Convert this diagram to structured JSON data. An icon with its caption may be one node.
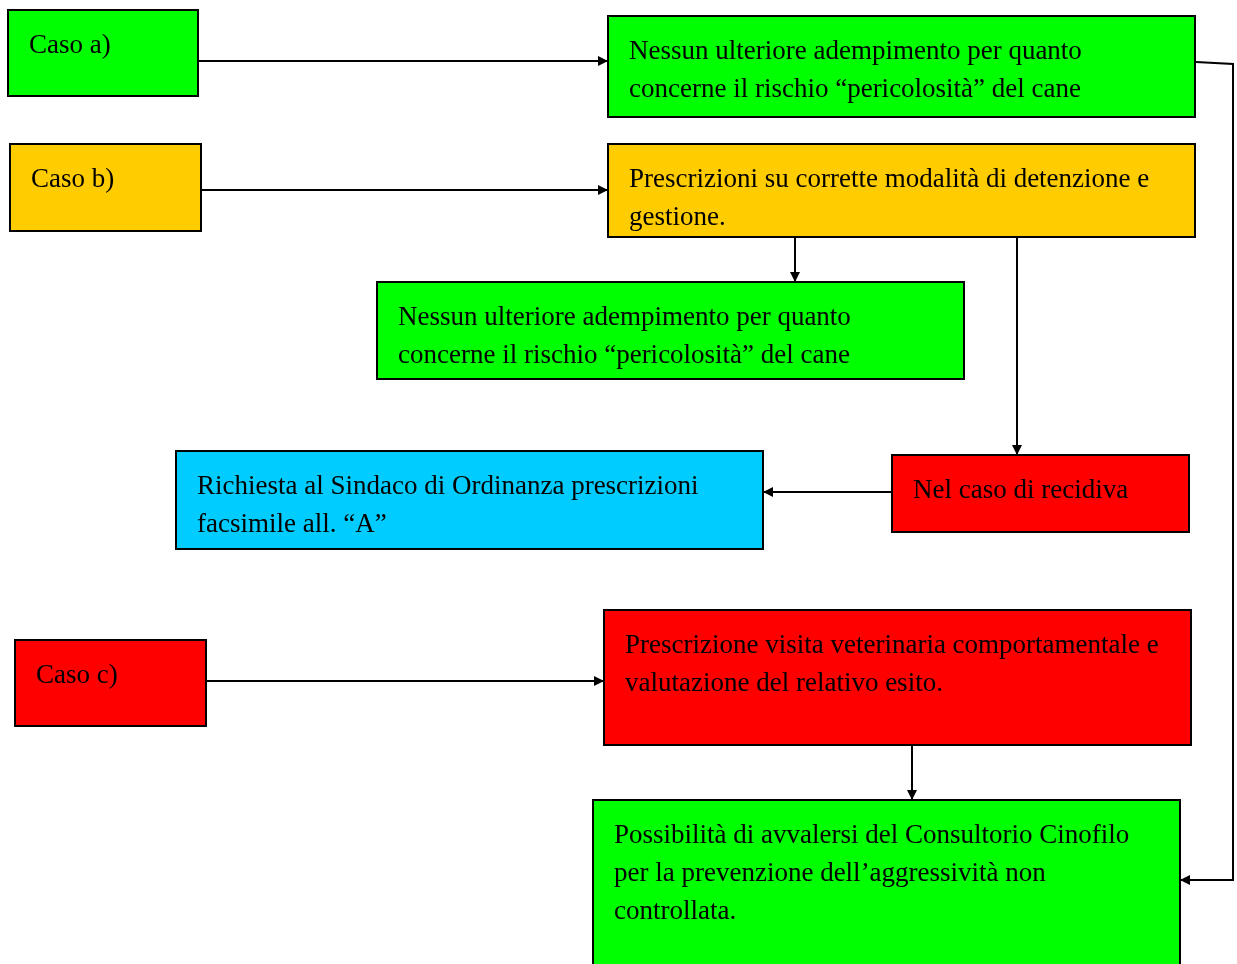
{
  "diagram": {
    "nodes": [
      {
        "text": [
          "Caso a)"
        ]
      },
      {
        "text": [
          "Nessun ulteriore adempimento per quanto concerne il rischio “pericolosità” del cane"
        ]
      },
      {
        "text": [
          "Caso b)"
        ]
      },
      {
        "text": [
          "Prescrizioni su corrette modalità di detenzione e gestione."
        ]
      },
      {
        "text": [
          "Nessun ulteriore adempimento per quanto concerne il rischio “pericolosità” del cane"
        ]
      },
      {
        "text": [
          "Nel caso di recidiva"
        ]
      },
      {
        "text": [
          "Richiesta al Sindaco di Ordinanza prescrizioni facsimile all. “A”"
        ]
      },
      {
        "text": [
          "Caso c)"
        ]
      },
      {
        "text": [
          "Prescrizione visita veterinaria comportamentale e valutazione del relativo esito."
        ]
      },
      {
        "text": [
          "Possibilità di avvalersi del Consultorio Cinofilo per la prevenzione dell’aggressività non controllata."
        ]
      }
    ],
    "edges": [
      {
        "from": 0,
        "to": 1,
        "arrow": "to"
      },
      {
        "from": 2,
        "to": 3,
        "arrow": "to"
      },
      {
        "from": 3,
        "to": 4,
        "arrow": "to"
      },
      {
        "from": 3,
        "to": 5,
        "arrow": "to"
      },
      {
        "from": 5,
        "to": 6,
        "arrow": "to"
      },
      {
        "from": 7,
        "to": 8,
        "arrow": "to"
      },
      {
        "from": 8,
        "to": 9,
        "arrow": "to"
      },
      {
        "from": 1,
        "to": 9,
        "arrow": "to"
      }
    ]
  }
}
